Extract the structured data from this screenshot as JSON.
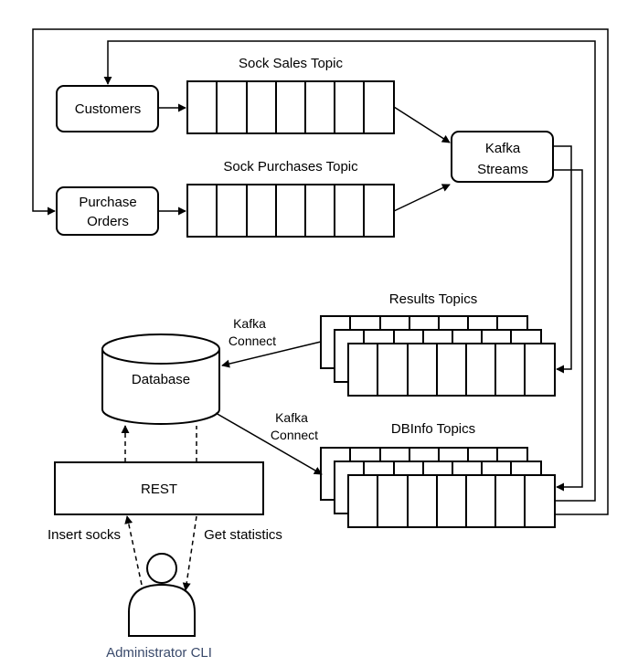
{
  "nodes": {
    "customers": "Customers",
    "purchase_orders_line1": "Purchase",
    "purchase_orders_line2": "Orders",
    "kafka_streams_line1": "Kafka",
    "kafka_streams_line2": "Streams",
    "database": "Database",
    "rest": "REST"
  },
  "topics": {
    "sock_sales": "Sock Sales Topic",
    "sock_purchases": "Sock Purchases Topic",
    "results": "Results Topics",
    "dbinfo": "DBInfo Topics"
  },
  "edges": {
    "kafka_connect_upper_line1": "Kafka",
    "kafka_connect_upper_line2": "Connect",
    "kafka_connect_lower_line1": "Kafka",
    "kafka_connect_lower_line2": "Connect",
    "insert_socks": "Insert socks",
    "get_statistics": "Get statistics"
  },
  "actor": {
    "label": "Administrator CLI",
    "label_color": "#3a4a6b"
  }
}
